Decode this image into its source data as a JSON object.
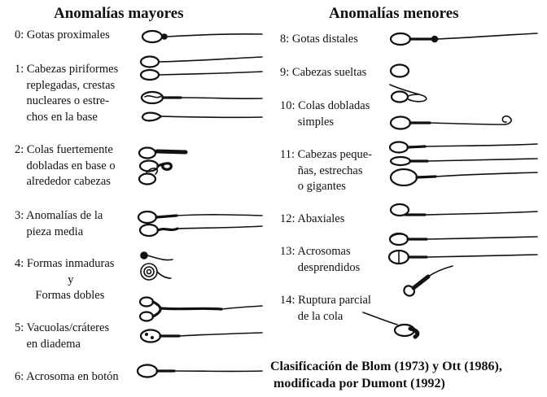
{
  "headings": {
    "major": "Anomalías mayores",
    "minor": "Anomalías menores"
  },
  "major_items": [
    {
      "lines": [
        "0: Gotas proximales"
      ]
    },
    {
      "lines": [
        "1: Cabezas piriformes",
        "    replegadas, crestas",
        "    nucleares o estre-",
        "    chos en la base"
      ]
    },
    {
      "lines": [
        "2: Colas fuertemente",
        "    dobladas en base o",
        "    alrededor cabezas"
      ]
    },
    {
      "lines": [
        "3: Anomalías de la",
        "    pieza media"
      ]
    },
    {
      "lines": [
        "4: Formas inmaduras",
        "                  y",
        "       Formas dobles"
      ]
    },
    {
      "lines": [
        "5: Vacuolas/cráteres",
        "    en diadema"
      ]
    },
    {
      "lines": [
        "6: Acrosoma en botón"
      ]
    }
  ],
  "minor_items": [
    {
      "lines": [
        "8: Gotas distales"
      ]
    },
    {
      "lines": [
        "9: Cabezas sueltas"
      ]
    },
    {
      "lines": [
        "10: Colas dobladas",
        "      simples"
      ]
    },
    {
      "lines": [
        "11: Cabezas peque-",
        "      ñas, estrechas",
        "      o gigantes"
      ]
    },
    {
      "lines": [
        "12: Abaxiales"
      ]
    },
    {
      "lines": [
        "13: Acrosomas",
        "      desprendidos"
      ]
    },
    {
      "lines": [
        "14: Ruptura parcial",
        "      de la cola"
      ]
    }
  ],
  "caption": {
    "line1": "Clasificación de Blom (1973) y Ott (1986),",
    "line2": " modificada por Dumont (1992)"
  }
}
